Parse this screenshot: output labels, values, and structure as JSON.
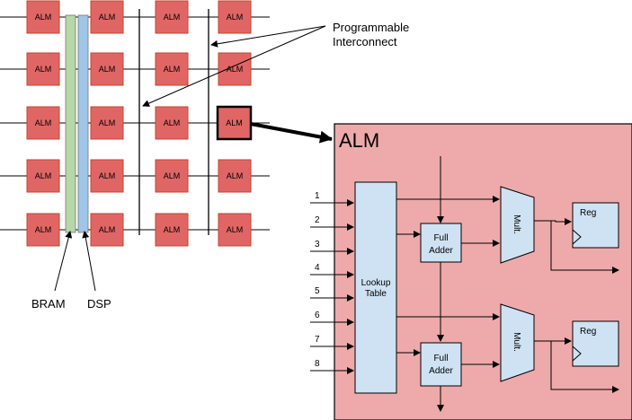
{
  "fpga": {
    "alm_label": "ALM",
    "callouts": {
      "interconnect_line1": "Programmable",
      "interconnect_line2": "Interconnect",
      "bram": "BRAM",
      "dsp": "DSP"
    }
  },
  "alm_detail": {
    "title": "ALM",
    "lut_line1": "Lookup",
    "lut_line2": "Table",
    "full_adder_line1": "Full",
    "full_adder_line2": "Adder",
    "mux_label": "Mult.",
    "reg_label": "Reg",
    "inputs": [
      "1",
      "2",
      "3",
      "4",
      "5",
      "6",
      "7",
      "8"
    ]
  },
  "colors": {
    "alm_fill": "#e06666",
    "alm_border": "#cc4125",
    "detail_bg": "#eeaaaa",
    "block_fill": "#cfe2f3",
    "bram_fill": "#b6d7a8",
    "dsp_fill": "#9fc5e8"
  }
}
